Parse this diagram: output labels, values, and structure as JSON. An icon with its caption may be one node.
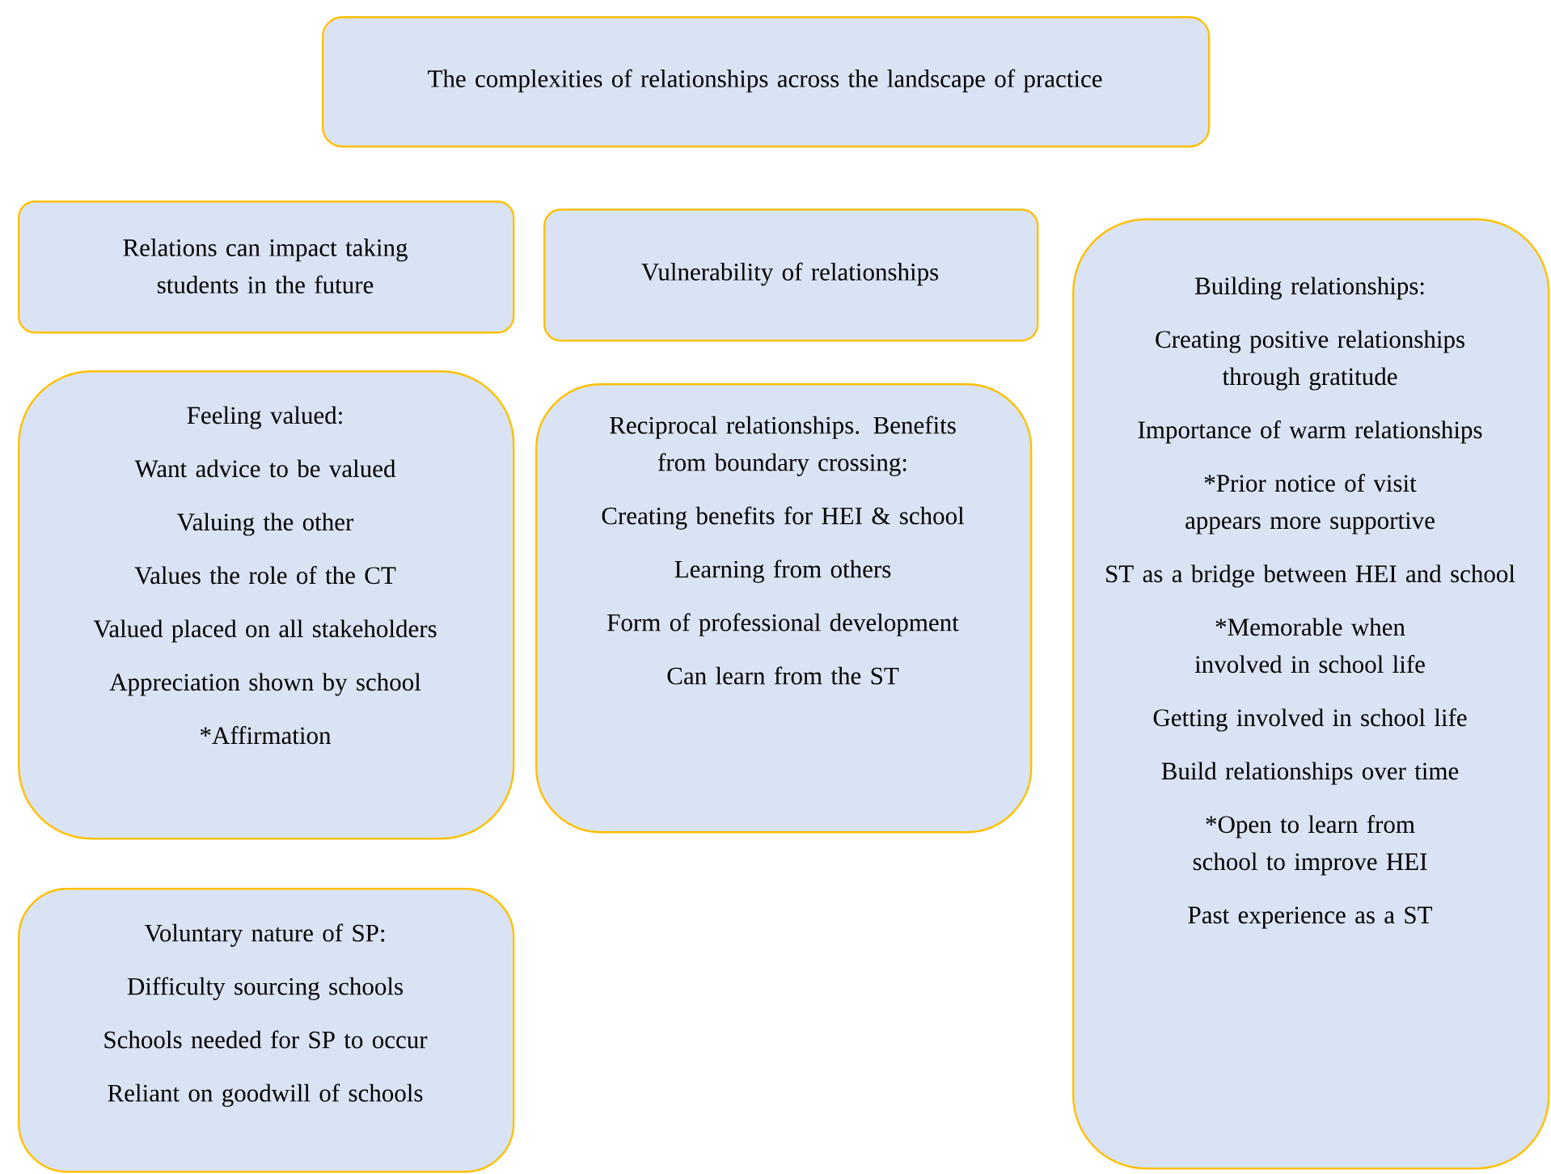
{
  "diagram": {
    "nodes": [
      {
        "text": [
          "The complexities of relationships across the landscape of practice"
        ]
      },
      {
        "text": [
          "Relations can impact taking students in the future"
        ]
      },
      {
        "text": [
          "Vulnerability of relationships"
        ]
      },
      {
        "text": [
          "Building relationships:",
          "Creating positive relationships through gratitude",
          "Importance of warm relationships",
          "*Prior notice of visit appears more supportive",
          "ST as a bridge between HEI and school",
          "*Memorable when involved in school life",
          "Getting involved in school life",
          "Build relationships over time",
          "*Open to learn from school to improve HEI",
          "Past experience as a ST"
        ]
      },
      {
        "text": [
          "Feeling valued:",
          "Want advice to be valued",
          "Valuing the other",
          "Values the role of the CT",
          "Valued placed on all stakeholders",
          "Appreciation shown by school",
          "*Affirmation"
        ]
      },
      {
        "text": [
          "Reciprocal relationships. Benefits from boundary crossing:",
          "Creating benefits for HEI & school",
          "Learning from others",
          "Form of professional development",
          "Can learn from the ST"
        ]
      },
      {
        "text": [
          "Voluntary nature of SP:",
          "Difficulty sourcing schools",
          "Schools needed for SP to occur",
          "Reliant on goodwill of schools"
        ]
      }
    ]
  }
}
